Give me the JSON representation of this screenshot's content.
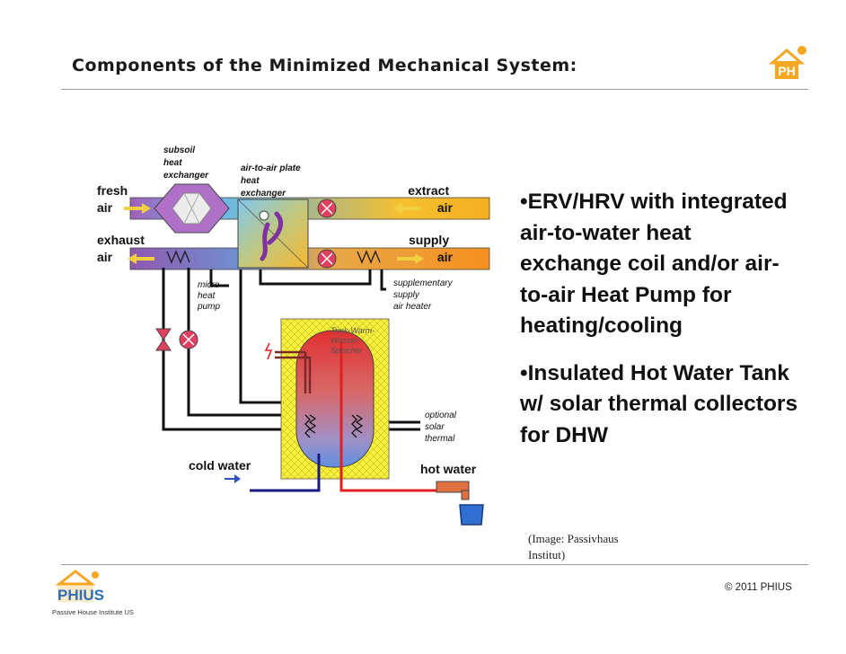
{
  "header": {
    "title": "Components of the Minimized Mechanical System:",
    "logo_text": "PH"
  },
  "diagram": {
    "labels": {
      "subsoil": [
        "subsoil",
        "heat",
        "exchanger"
      ],
      "plate": [
        "air-to-air plate",
        "heat",
        "exchanger"
      ],
      "fresh_air": [
        "fresh",
        "air"
      ],
      "exhaust_air": [
        "exhaust",
        "air"
      ],
      "extract_air": [
        "extract",
        "air"
      ],
      "supply_air": [
        "supply",
        "air"
      ],
      "micro_heat_pump": [
        "micro",
        "heat",
        "pump"
      ],
      "supplementary": [
        "supplementary",
        "supply",
        "air heater"
      ],
      "tank": [
        "Trink-Warm-",
        "Wasser-",
        "Speicher"
      ],
      "optional_solar": [
        "optional",
        "solar",
        "thermal"
      ],
      "cold_water": "cold water",
      "hot_water": "hot water"
    }
  },
  "bullets": [
    "•ERV/HRV with integrated air-to-water heat exchange coil and/or air-to-air Heat Pump for heating/cooling",
    "•Insulated Hot Water Tank w/ solar thermal collectors for DHW"
  ],
  "credit": [
    "(Image:  Passivhaus",
    "Institut)"
  ],
  "footer": {
    "copyright": "© 2011 PHIUS",
    "logo_text": "PHIUS",
    "org": "Passive House Institute US"
  },
  "colors": {
    "accent_orange": "#f5a623",
    "logo_blue": "#2f6fb5",
    "rule": "#9a9a9a"
  }
}
